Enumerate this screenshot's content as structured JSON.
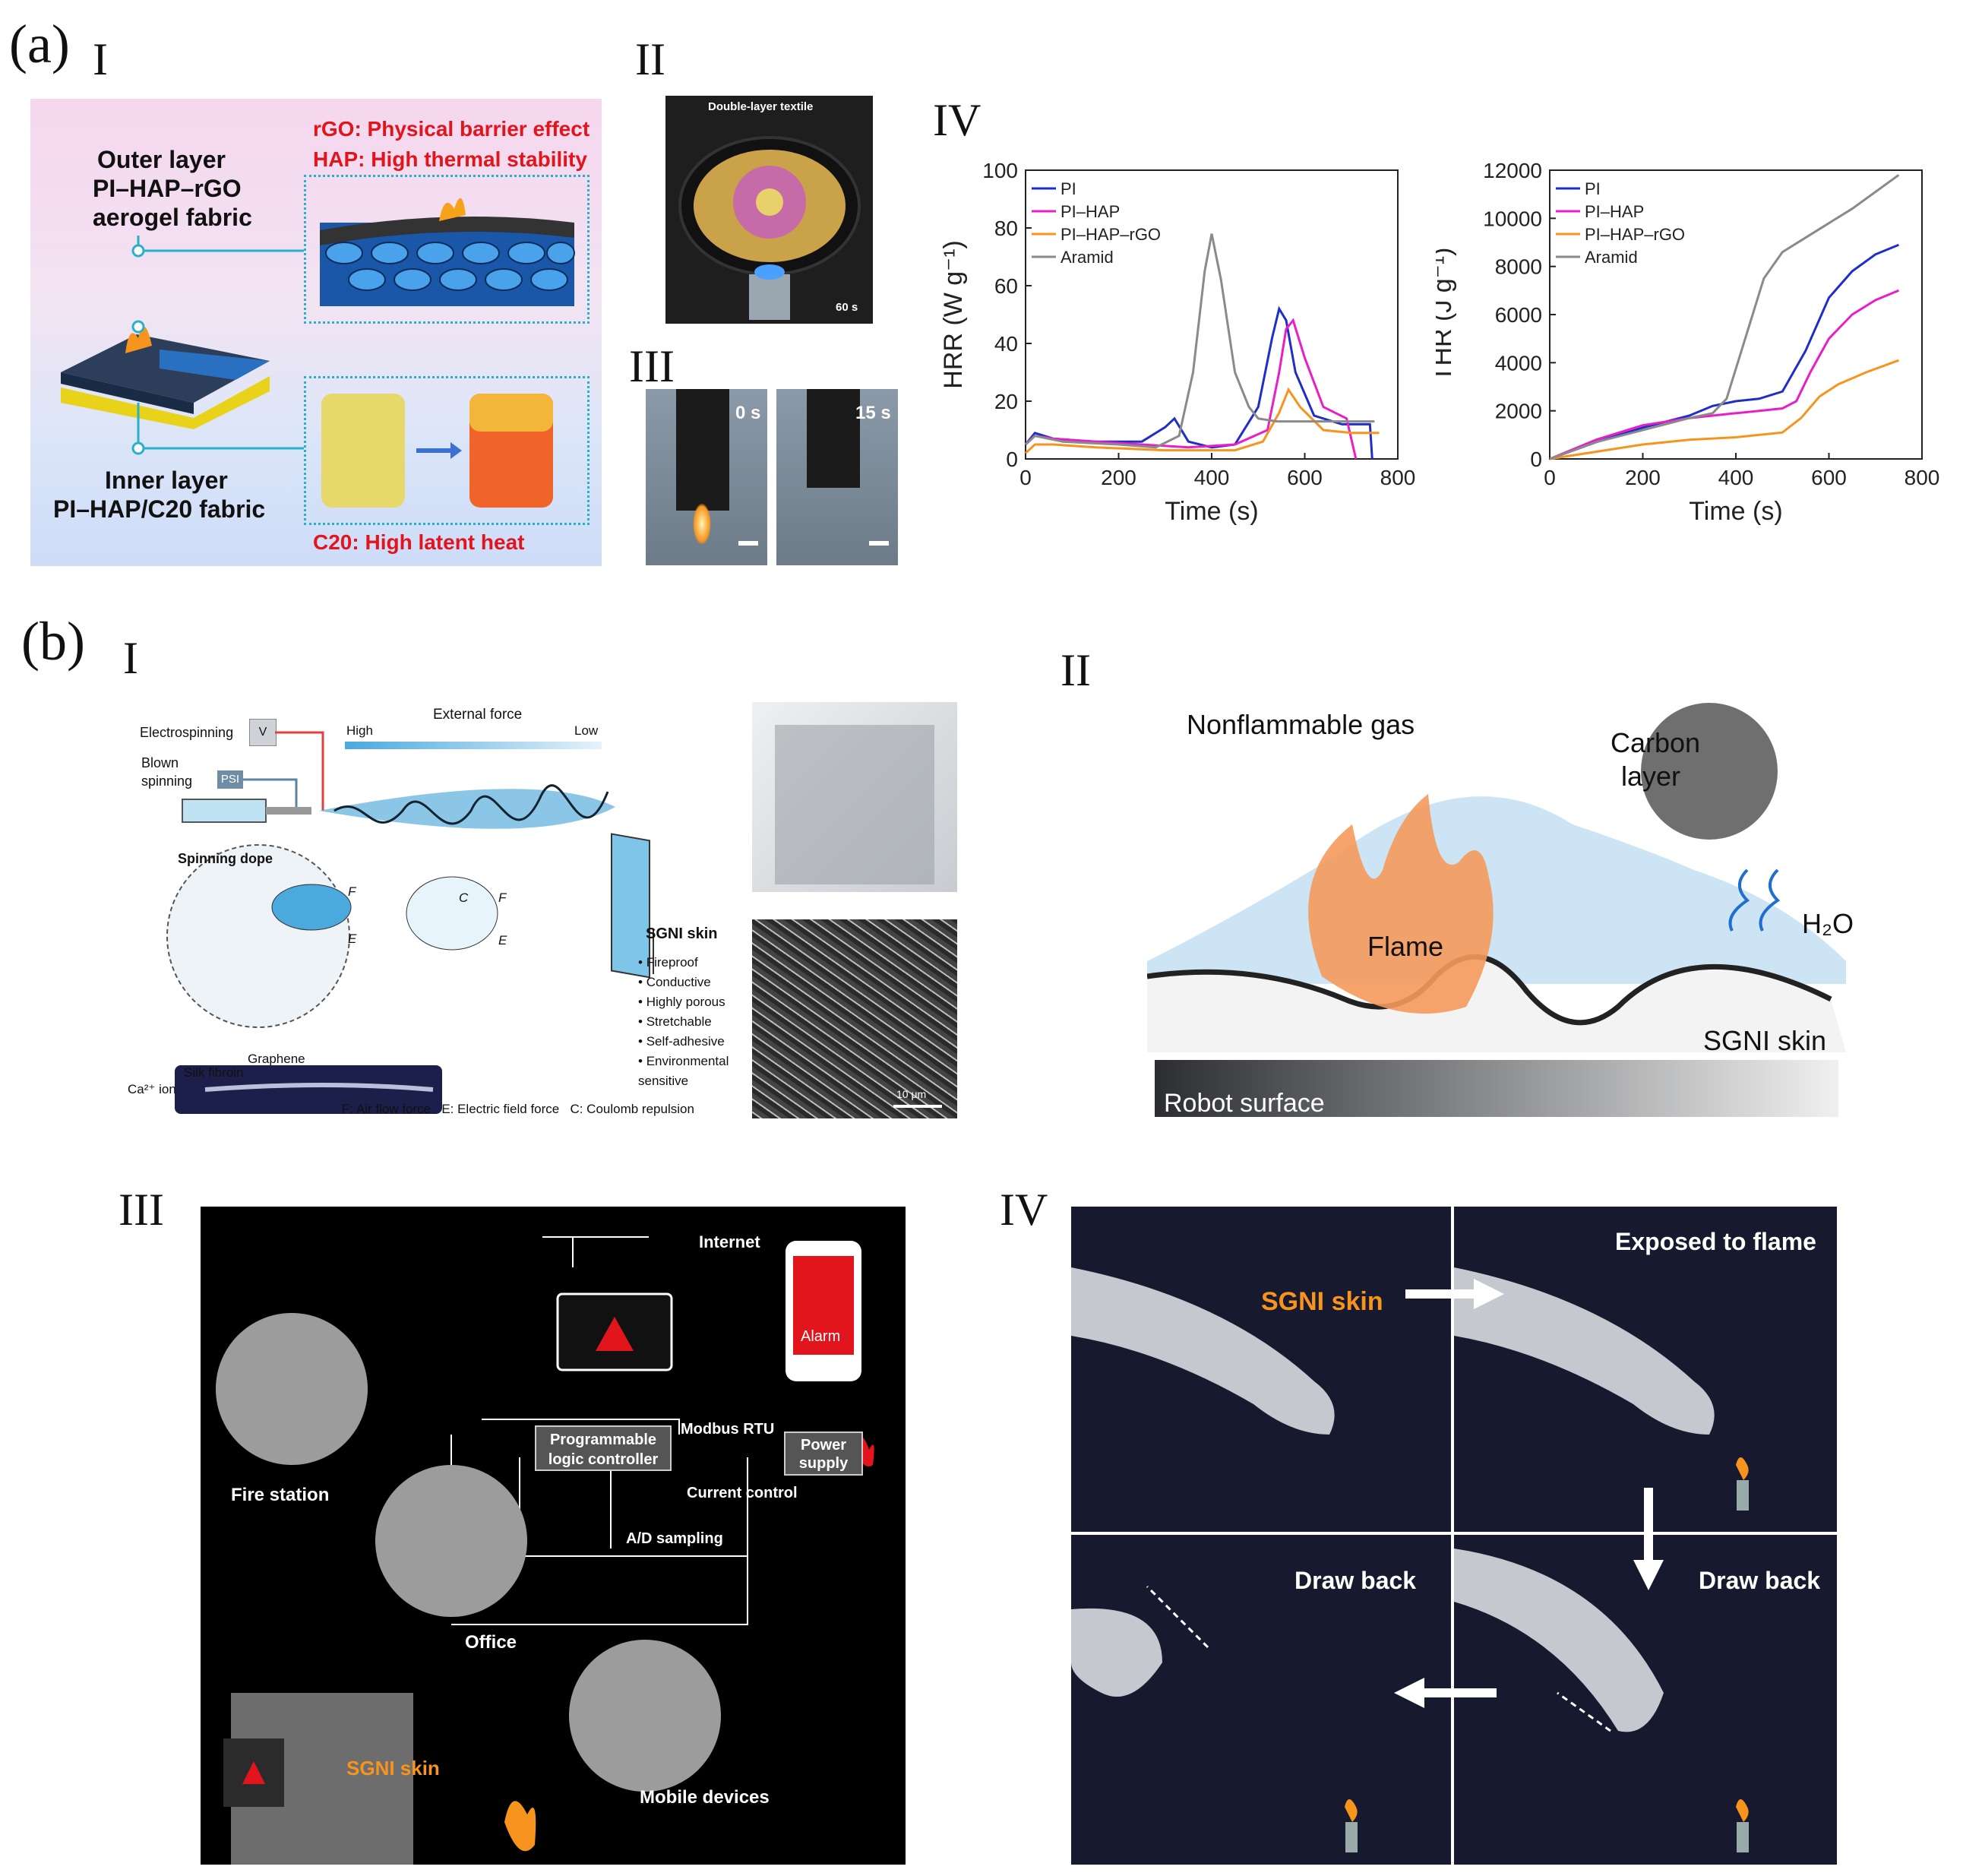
{
  "panels": {
    "a": {
      "letter": "(a)",
      "I": {
        "roman": "I",
        "outer_line1": "Outer layer",
        "outer_line2": "PI–HAP–rGO",
        "outer_line3": "aerogel fabric",
        "inner_line1": "Inner layer",
        "inner_line2": "PI–HAP/C20 fabric",
        "rgo_note": "rGO: Physical barrier effect",
        "hap_note": "HAP: High thermal stability",
        "c20_note": "C20: High latent heat"
      },
      "II": {
        "roman": "II",
        "caption": "Double-layer textile",
        "time": "60 s"
      },
      "III": {
        "roman": "III",
        "time_left": "0 s",
        "time_right": "15 s"
      },
      "IV": {
        "roman": "IV"
      }
    },
    "b": {
      "letter": "(b)",
      "I": {
        "roman": "I",
        "external_force": "External force",
        "high": "High",
        "low": "Low",
        "electrospinning": "Electrospinning",
        "v_box": "V",
        "blown_spinning_1": "Blown",
        "blown_spinning_2": "spinning",
        "psi": "PSI",
        "spinning_dope": "Spinning dope",
        "graphene": "Graphene",
        "silk_fibroin": "Silk fibroin",
        "ca_ion": "Ca²⁺ ion",
        "F": "F",
        "E": "E",
        "C": "C",
        "sgni_skin": "SGNI skin",
        "properties": [
          "Fireproof",
          "Conductive",
          "Highly porous",
          "Stretchable",
          "Self-adhesive",
          "Environmental sensitive"
        ],
        "legend_F": "F: Air flow force",
        "legend_E": "E: Electric field force",
        "legend_C": "C: Coulomb repulsion",
        "scale": "10 μm"
      },
      "II": {
        "roman": "II",
        "nonflammable_gas": "Nonflammable gas",
        "carbon_layer_1": "Carbon",
        "carbon_layer_2": "layer",
        "flame": "Flame",
        "h2o": "H₂O",
        "sgni_skin": "SGNI skin",
        "robot_surface": "Robot surface"
      },
      "III": {
        "roman": "III",
        "internet": "Internet",
        "alarm": "Alarm",
        "plc_1": "Programmable",
        "plc_2": "logic controller",
        "modbus": "Modbus RTU",
        "power_1": "Power",
        "power_2": "supply",
        "current_control": "Current control",
        "ad_sampling": "A/D sampling",
        "fire_station": "Fire station",
        "office": "Office",
        "mobile_devices": "Mobile devices",
        "sgni_skin": "SGNI skin"
      },
      "IV": {
        "roman": "IV",
        "sgni_skin": "SGNI skin",
        "exposed": "Exposed to flame",
        "draw_back": "Draw back"
      }
    }
  },
  "chart_data": [
    {
      "type": "line",
      "xlabel": "Time (s)",
      "ylabel": "HRR  (W g⁻¹)",
      "xlim": [
        0,
        800
      ],
      "ylim": [
        0,
        100
      ],
      "xticks": [
        0,
        200,
        400,
        600,
        800
      ],
      "yticks": [
        0,
        20,
        40,
        60,
        80,
        100
      ],
      "legend_position": "top-left",
      "series": [
        {
          "name": "PI",
          "color": "#1f2ec8",
          "x": [
            0,
            20,
            60,
            150,
            250,
            300,
            320,
            350,
            400,
            450,
            500,
            530,
            545,
            560,
            580,
            620,
            680,
            740,
            745
          ],
          "y": [
            5,
            9,
            7,
            6,
            6,
            11,
            14,
            6,
            4,
            5,
            18,
            42,
            52,
            48,
            30,
            15,
            12,
            12,
            0
          ]
        },
        {
          "name": "PI–HAP",
          "color": "#e81fc8",
          "x": [
            0,
            20,
            60,
            150,
            250,
            350,
            450,
            520,
            545,
            560,
            575,
            600,
            640,
            690,
            710
          ],
          "y": [
            5,
            8,
            7,
            6,
            5,
            4,
            5,
            10,
            30,
            45,
            48,
            35,
            18,
            14,
            0
          ]
        },
        {
          "name": "PI–HAP–rGO",
          "color": "#f7941d",
          "x": [
            0,
            20,
            60,
            150,
            300,
            450,
            510,
            545,
            565,
            590,
            640,
            700,
            760
          ],
          "y": [
            2,
            5,
            5,
            4,
            3,
            3,
            6,
            16,
            24,
            18,
            10,
            9,
            9
          ]
        },
        {
          "name": "Aramid",
          "color": "#8a8a8a",
          "x": [
            0,
            20,
            80,
            200,
            280,
            330,
            360,
            385,
            400,
            420,
            450,
            480,
            500,
            540,
            620,
            700,
            750
          ],
          "y": [
            5,
            8,
            6,
            5,
            4,
            8,
            30,
            65,
            78,
            62,
            30,
            18,
            14,
            13,
            13,
            13,
            13
          ]
        }
      ]
    },
    {
      "type": "line",
      "xlabel": "Time (s)",
      "ylabel": "THR  (J g⁻¹)",
      "xlim": [
        0,
        800
      ],
      "ylim": [
        0,
        12000
      ],
      "xticks": [
        0,
        200,
        400,
        600,
        800
      ],
      "yticks": [
        0,
        2000,
        4000,
        6000,
        8000,
        10000,
        12000
      ],
      "legend_position": "top-left",
      "series": [
        {
          "name": "PI",
          "color": "#1f2ec8",
          "x": [
            0,
            100,
            200,
            300,
            350,
            400,
            450,
            500,
            550,
            600,
            650,
            700,
            750
          ],
          "y": [
            0,
            700,
            1300,
            1800,
            2200,
            2400,
            2500,
            2800,
            4500,
            6700,
            7800,
            8500,
            8900
          ]
        },
        {
          "name": "PI–HAP",
          "color": "#e81fc8",
          "x": [
            0,
            100,
            200,
            300,
            400,
            450,
            500,
            530,
            560,
            600,
            650,
            700,
            750
          ],
          "y": [
            0,
            800,
            1400,
            1700,
            1900,
            2000,
            2100,
            2400,
            3600,
            5000,
            6000,
            6600,
            7000
          ]
        },
        {
          "name": "PI–HAP–rGO",
          "color": "#f7941d",
          "x": [
            0,
            100,
            200,
            300,
            400,
            500,
            540,
            580,
            620,
            680,
            750
          ],
          "y": [
            0,
            300,
            600,
            800,
            900,
            1100,
            1700,
            2600,
            3100,
            3600,
            4100
          ]
        },
        {
          "name": "Aramid",
          "color": "#8a8a8a",
          "x": [
            0,
            100,
            200,
            300,
            350,
            380,
            420,
            460,
            500,
            550,
            600,
            650,
            700,
            750
          ],
          "y": [
            0,
            700,
            1200,
            1700,
            1900,
            2500,
            5000,
            7500,
            8600,
            9200,
            9800,
            10400,
            11100,
            11800
          ]
        }
      ]
    }
  ]
}
